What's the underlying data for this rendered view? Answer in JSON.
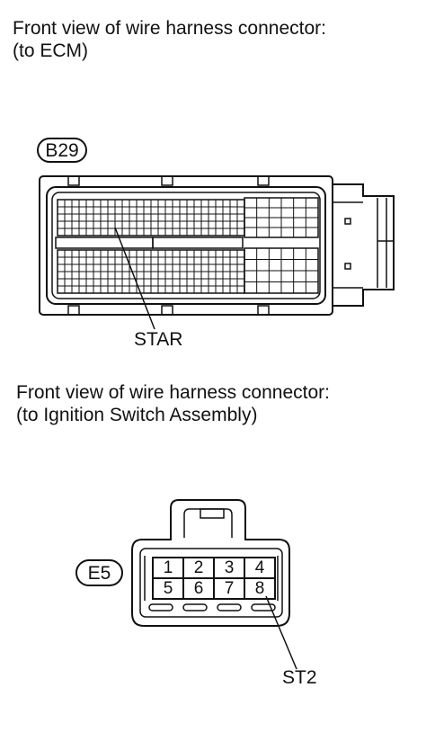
{
  "ecm": {
    "caption_line1": "Front view of wire harness connector:",
    "caption_line2": "(to ECM)",
    "connector_id": "B29",
    "terminal_label": "STAR"
  },
  "ignition": {
    "caption_line1": "Front view of wire harness connector:",
    "caption_line2": "(to Ignition Switch Assembly)",
    "connector_id": "E5",
    "terminal_label": "ST2",
    "pins": [
      "1",
      "2",
      "3",
      "4",
      "5",
      "6",
      "7",
      "8"
    ]
  }
}
